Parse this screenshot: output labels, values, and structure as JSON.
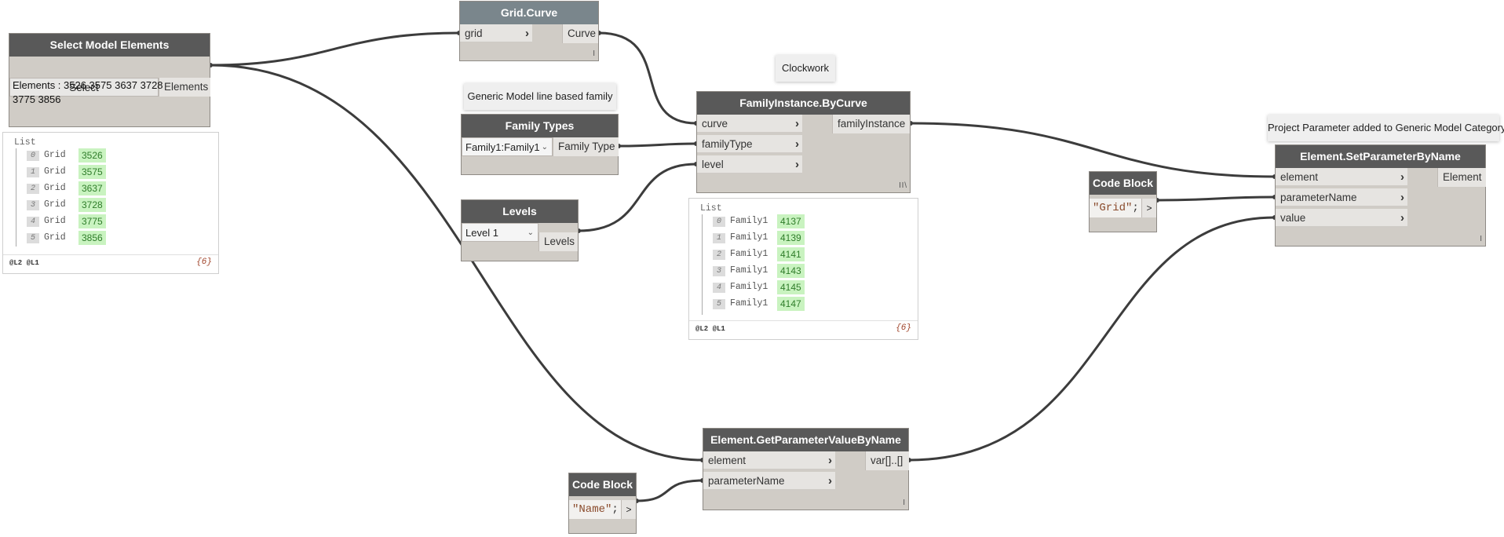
{
  "nodes": {
    "select_model_elements": {
      "title": "Select Model Elements",
      "button_label": "Select",
      "output": "Elements",
      "elements_text": "Elements : 3526 3575 3637 3728 3775 3856"
    },
    "grid_curve": {
      "title": "Grid.Curve",
      "input": "grid",
      "output": "Curve"
    },
    "family_types": {
      "title": "Family Types",
      "selected": "Family1:Family1",
      "output": "Family Type"
    },
    "levels": {
      "title": "Levels",
      "selected": "Level 1",
      "output": "Levels"
    },
    "family_instance_by_curve": {
      "title": "FamilyInstance.ByCurve",
      "inputs": [
        "curve",
        "familyType",
        "level"
      ],
      "output": "familyInstance"
    },
    "code_block_grid": {
      "title": "Code Block",
      "code_string": "\"Grid\"",
      "code_end": ";",
      "output": ">"
    },
    "element_set_parameter_by_name": {
      "title": "Element.SetParameterByName",
      "inputs": [
        "element",
        "parameterName",
        "value"
      ],
      "output": "Element"
    },
    "element_get_parameter_value_by_name": {
      "title": "Element.GetParameterValueByName",
      "inputs": [
        "element",
        "parameterName"
      ],
      "output": "var[]..[]"
    },
    "code_block_name": {
      "title": "Code Block",
      "code_string": "\"Name\"",
      "code_end": ";",
      "output": ">"
    }
  },
  "notes": {
    "clockwork": "Clockwork",
    "generic_model": "Generic Model line based family",
    "project_parameter": "Project Parameter added to Generic Model Category"
  },
  "previews": {
    "grid_list": {
      "title": "List",
      "items": [
        {
          "index": "0",
          "name": "Grid",
          "value": "3526"
        },
        {
          "index": "1",
          "name": "Grid",
          "value": "3575"
        },
        {
          "index": "2",
          "name": "Grid",
          "value": "3637"
        },
        {
          "index": "3",
          "name": "Grid",
          "value": "3728"
        },
        {
          "index": "4",
          "name": "Grid",
          "value": "3775"
        },
        {
          "index": "5",
          "name": "Grid",
          "value": "3856"
        }
      ],
      "levels": "@L2 @L1",
      "count": "{6}"
    },
    "family_list": {
      "title": "List",
      "items": [
        {
          "index": "0",
          "name": "Family1",
          "value": "4137"
        },
        {
          "index": "1",
          "name": "Family1",
          "value": "4139"
        },
        {
          "index": "2",
          "name": "Family1",
          "value": "4141"
        },
        {
          "index": "3",
          "name": "Family1",
          "value": "4143"
        },
        {
          "index": "4",
          "name": "Family1",
          "value": "4145"
        },
        {
          "index": "5",
          "name": "Family1",
          "value": "4147"
        }
      ],
      "levels": "@L2 @L1",
      "count": "{6}"
    }
  },
  "glyphs": {
    "lacing_icon": "I",
    "lacing_icon_fi": "I I \\"
  },
  "colors": {
    "header": "#595959",
    "header_light": "#7a868c",
    "node_body": "#d0ccc6",
    "wire": "#3c3c3c",
    "preview_value_bg": "#c9f3c0"
  }
}
